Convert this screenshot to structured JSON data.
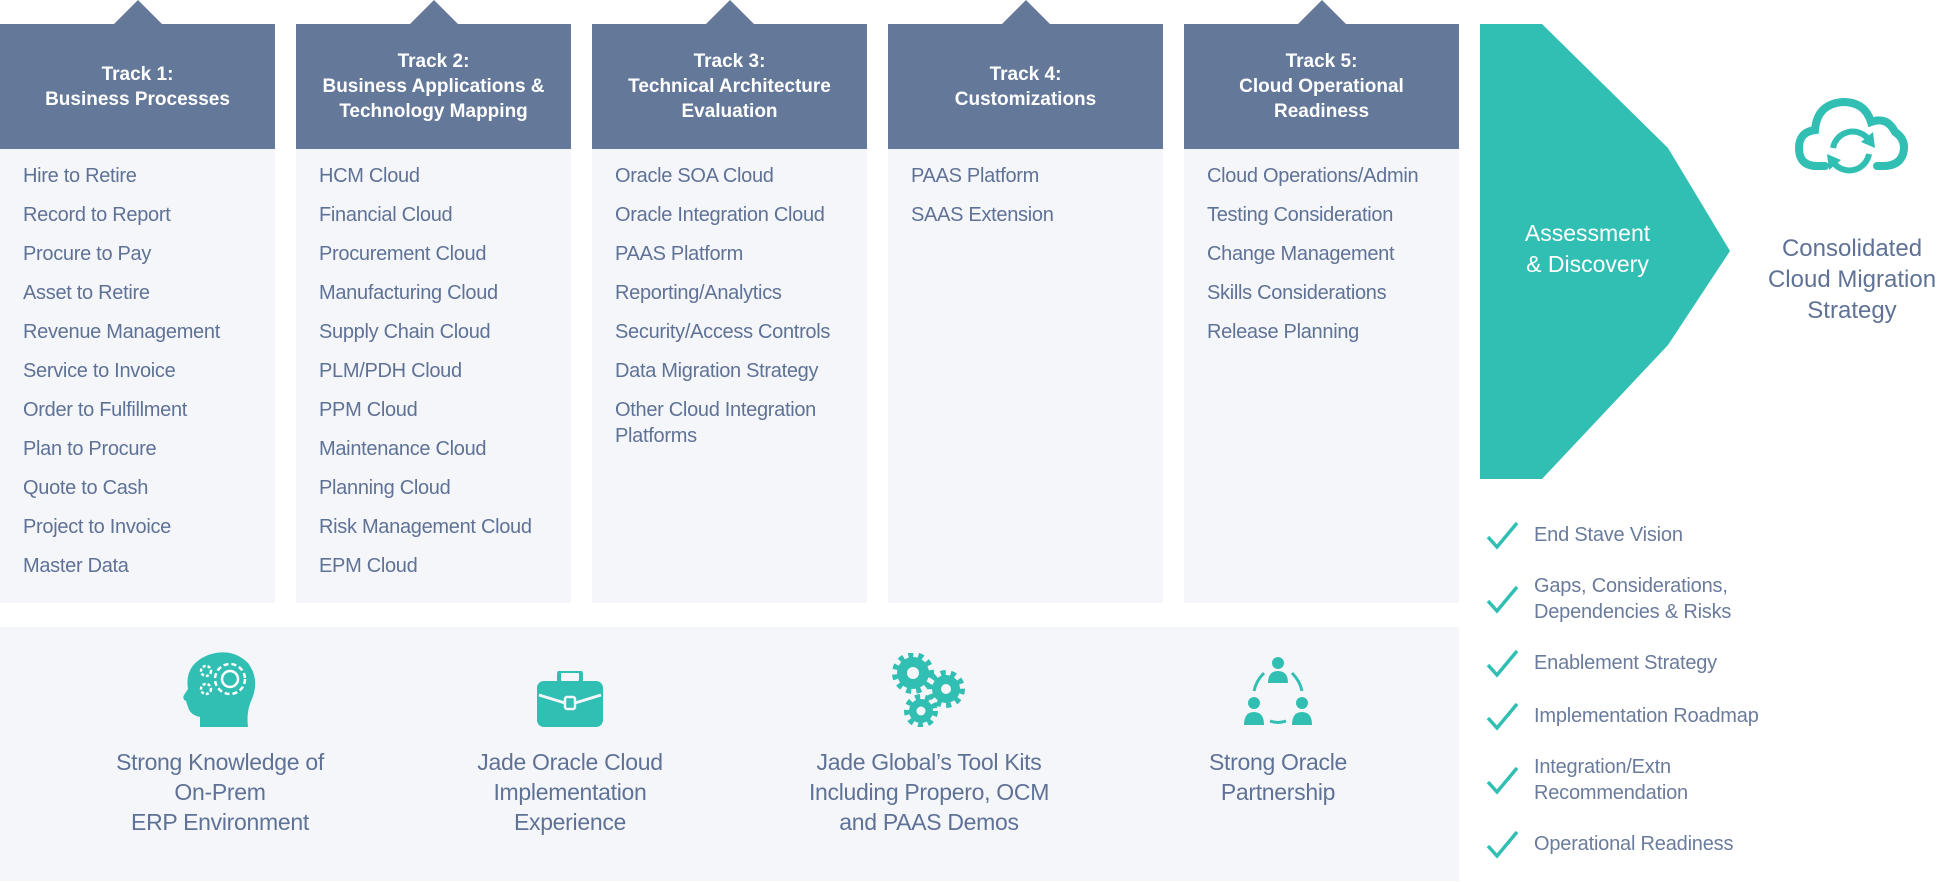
{
  "colors": {
    "header": "#647899",
    "panel": "#f4f6fa",
    "text": "#5f7296",
    "accent": "#32bfb3"
  },
  "tracks": [
    {
      "title_line1": "Track 1:",
      "title_line2": "Business Processes",
      "title_line3": "",
      "items": [
        "Hire to Retire",
        "Record to Report",
        "Procure to Pay",
        "Asset to Retire",
        "Revenue Management",
        "Service to Invoice",
        "Order to Fulfillment",
        "Plan to Procure",
        "Quote to Cash",
        "Project to Invoice",
        "Master Data"
      ]
    },
    {
      "title_line1": "Track 2:",
      "title_line2": "Business Applications &",
      "title_line3": "Technology Mapping",
      "items": [
        "HCM Cloud",
        "Financial Cloud",
        "Procurement Cloud",
        "Manufacturing Cloud",
        "Supply Chain Cloud",
        "PLM/PDH Cloud",
        "PPM Cloud",
        "Maintenance Cloud",
        "Planning Cloud",
        "Risk Management Cloud",
        "EPM Cloud"
      ]
    },
    {
      "title_line1": "Track 3:",
      "title_line2": "Technical Architecture",
      "title_line3": "Evaluation",
      "items": [
        "Oracle SOA Cloud",
        "Oracle Integration Cloud",
        "PAAS Platform",
        "Reporting/Analytics",
        "Security/Access Controls",
        "Data Migration Strategy",
        "Other Cloud Integration Platforms"
      ]
    },
    {
      "title_line1": "Track 4:",
      "title_line2": "Customizations",
      "title_line3": "",
      "items": [
        "PAAS Platform",
        "SAAS Extension"
      ]
    },
    {
      "title_line1": "Track 5:",
      "title_line2": "Cloud Operational",
      "title_line3": "Readiness",
      "items": [
        "Cloud Operations/Admin",
        "Testing Consideration",
        "Change Management",
        "Skills Considerations",
        "Release Planning"
      ]
    }
  ],
  "strengths": [
    {
      "icon": "head-gears-icon",
      "line1": "Strong Knowledge of",
      "line2": "On-Prem",
      "line3": "ERP Environment"
    },
    {
      "icon": "briefcase-icon",
      "line1": "Jade Oracle Cloud",
      "line2": "Implementation",
      "line3": "Experience"
    },
    {
      "icon": "gears-icon",
      "line1": "Jade Global’s Tool Kits",
      "line2": "Including Propero, OCM",
      "line3": "and PAAS Demos"
    },
    {
      "icon": "team-network-icon",
      "line1": "Strong Oracle",
      "line2": "Partnership",
      "line3": ""
    }
  ],
  "assessment": {
    "line1": "Assessment",
    "line2": "& Discovery"
  },
  "outcome": {
    "icon": "cloud-sync-icon",
    "line1": "Consolidated",
    "line2": "Cloud Migration",
    "line3": "Strategy"
  },
  "deliverables": [
    "End Stave Vision",
    "Gaps, Considerations, Dependencies & Risks",
    "Enablement Strategy",
    "Implementation Roadmap",
    "Integration/Extn Recommendation",
    "Operational Readiness"
  ]
}
